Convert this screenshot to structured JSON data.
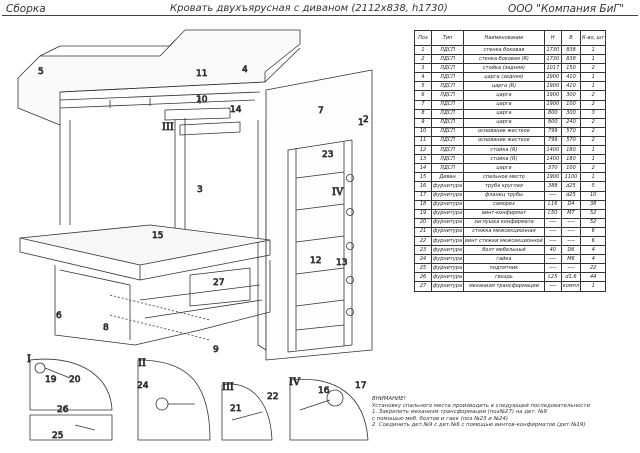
{
  "header": {
    "left": "Сборка",
    "center": "Кровать двухъярусная с диваном (2112х838, h1730)",
    "right": "ООО \"Компания БиГ\""
  },
  "table": {
    "columns": [
      "Поз",
      "Тип",
      "Наименование",
      "H",
      "B",
      "К-во, шт"
    ],
    "rows": [
      [
        "1",
        "ЛДСП",
        "стенка боковая",
        "1730",
        "838",
        "1"
      ],
      [
        "2",
        "ЛДСП",
        "стенка боковая (R)",
        "1730",
        "838",
        "1"
      ],
      [
        "3",
        "ЛДСП",
        "стойка (задняя)",
        "1017",
        "150",
        "2"
      ],
      [
        "4",
        "ЛДСП",
        "царга (задняя)",
        "1900",
        "410",
        "1"
      ],
      [
        "5",
        "ЛДСП",
        "царга (R)",
        "1900",
        "410",
        "1"
      ],
      [
        "6",
        "ЛДСП",
        "царга",
        "1900",
        "300",
        "2"
      ],
      [
        "7",
        "ЛДСП",
        "царга",
        "1900",
        "100",
        "2"
      ],
      [
        "8",
        "ЛДСП",
        "царга",
        "800",
        "300",
        "3"
      ],
      [
        "9",
        "ЛДСП",
        "царга",
        "800",
        "240",
        "2"
      ],
      [
        "10",
        "ЛДСП",
        "основание жесткое",
        "799",
        "570",
        "2"
      ],
      [
        "11",
        "ЛДСП",
        "основание жесткое",
        "799",
        "570",
        "2"
      ],
      [
        "12",
        "ЛДСП",
        "стойка (R)",
        "1400",
        "180",
        "1"
      ],
      [
        "13",
        "ЛДСП",
        "стойка (R)",
        "1400",
        "180",
        "1"
      ],
      [
        "14",
        "ЛДСП",
        "царга",
        "370",
        "100",
        "2"
      ],
      [
        "15",
        "Диван",
        "спальное место",
        "1900",
        "1100",
        "1"
      ],
      [
        "16",
        "фурнитура",
        "труба круглая",
        "388",
        "d25",
        "5"
      ],
      [
        "17",
        "фурнитура",
        "фланец трубы",
        "----",
        "d25",
        "10"
      ],
      [
        "18",
        "фурнитура",
        "саморез",
        "L16",
        "D4",
        "38"
      ],
      [
        "19",
        "фурнитура",
        "винт-конфирмат",
        "L50",
        "M7",
        "52"
      ],
      [
        "20",
        "фурнитура",
        "заглушка конфирмата",
        "----",
        "----",
        "52"
      ],
      [
        "21",
        "фурнитура",
        "стяжка межсекционная",
        "----",
        "----",
        "6"
      ],
      [
        "22",
        "фурнитура",
        "винт стяжки межсекционной",
        "----",
        "----",
        "6"
      ],
      [
        "23",
        "фурнитура",
        "болт мебельный",
        "40",
        "D6",
        "4"
      ],
      [
        "24",
        "фурнитура",
        "гайка",
        "----",
        "M6",
        "4"
      ],
      [
        "25",
        "фурнитура",
        "подпятник",
        "----",
        "----",
        "22"
      ],
      [
        "26",
        "фурнитура",
        "гвоздь",
        "L25",
        "d1.6",
        "44"
      ],
      [
        "27",
        "фурнитура",
        "механизм трансформации",
        "----",
        "компл",
        "1"
      ]
    ]
  },
  "callouts": {
    "n1": "1",
    "n2": "2",
    "n3": "3",
    "n4": "4",
    "n5": "5",
    "n6": "6",
    "n7": "7",
    "n8": "8",
    "n9": "9",
    "n10": "10",
    "n11": "11",
    "n12": "12",
    "n13": "13",
    "n14": "14",
    "n15": "15",
    "n16": "16",
    "n17": "17",
    "n19": "19",
    "n20": "20",
    "n21": "21",
    "n22": "22",
    "n23": "23",
    "n24": "24",
    "n25": "25",
    "n26": "26",
    "n27": "27",
    "rI": "I",
    "rII": "II",
    "rIII": "III",
    "rIV": "IV"
  },
  "notes": {
    "title": "ВНИМАНИЕ!",
    "lines": [
      "Установку спального места производить в следующей последовательности",
      "1. Закрепить механизм трансформации (поз№27) на дет. №9",
      "с помощью меб. болтов и гаек (поз №23 и №24)",
      "2. Соединить дет.№9 с дет.№6 с помощью винтов-конфирматов (дет.№19)"
    ]
  }
}
